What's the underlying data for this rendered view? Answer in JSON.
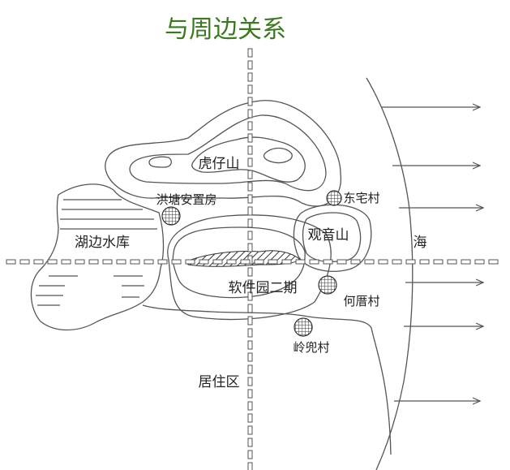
{
  "title": "与周边关系",
  "labels": {
    "hill": "虎仔山",
    "housing": "洪塘安置房",
    "reservoir": "湖边水库",
    "east_village": "东宅村",
    "guanyin": "观音山",
    "sea": "海",
    "park_phase2": "软件园二期",
    "hecuo": "何厝村",
    "lingdou": "岭兜村",
    "residential": "居住区"
  },
  "colors": {
    "title": "#3a7a1e",
    "line": "#555555",
    "text": "#222222"
  }
}
